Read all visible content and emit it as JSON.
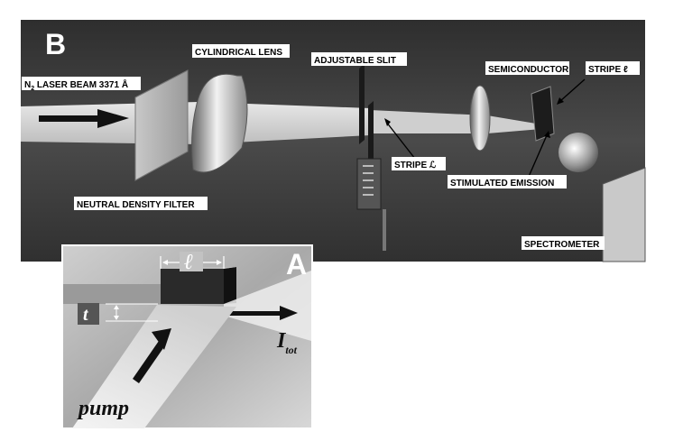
{
  "panel_b": {
    "letter": "B",
    "labels": {
      "laser_beam_pre": "N",
      "laser_beam_sub": "2",
      "laser_beam_post": " LASER BEAM 3371 Å",
      "cylindrical_lens": "CYLINDRICAL LENS",
      "adjustable_slit": "ADJUSTABLE SLIT",
      "semiconductor": "SEMICONDUCTOR",
      "stripe_l_small": "STRIPE ℓ",
      "stripe_l_script": "STRIPE ℒ",
      "stimulated_emission": "STIMULATED EMISSION",
      "neutral_density_filter": "NEUTRAL DENSITY FILTER",
      "spectrometer": "SPECTROMETER"
    }
  },
  "panel_a": {
    "letter": "A",
    "ell": "ℓ",
    "t": "t",
    "itot_main": "I",
    "itot_sub": "tot",
    "pump": "pump"
  },
  "colors": {
    "photo_bg": "#3b3b3b",
    "beam": "#d9d9d9",
    "label_bg": "#ffffff"
  }
}
